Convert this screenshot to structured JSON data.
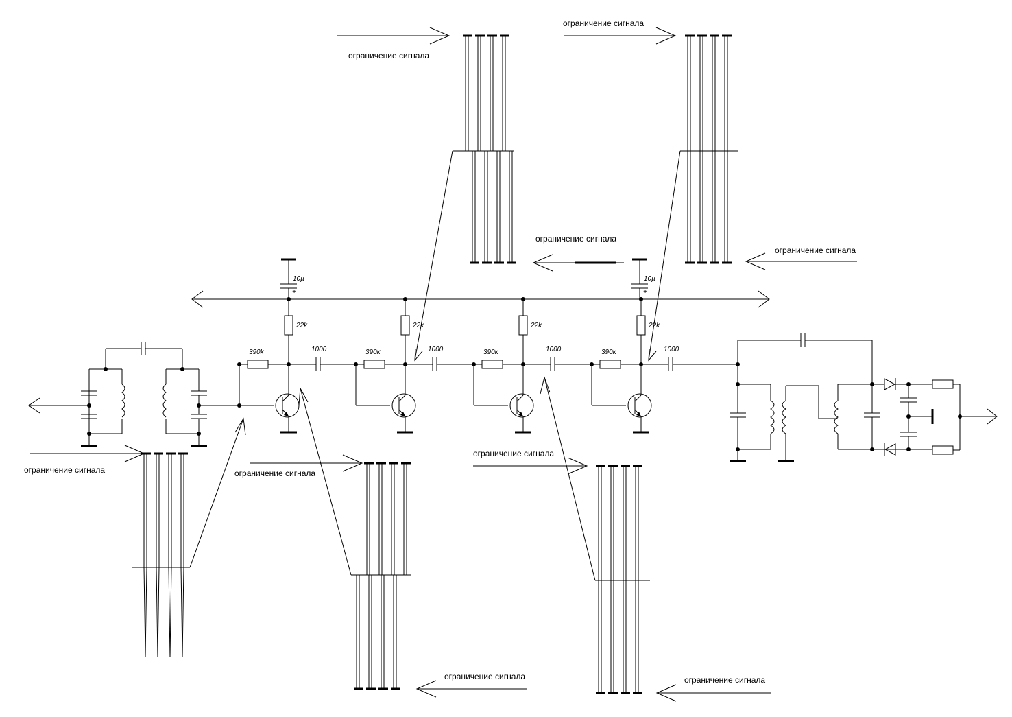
{
  "annotation": "ограничение сигнала",
  "components": {
    "base_resistor": "390k",
    "collector_resistor": "22k",
    "coupling_capacitor": "1000",
    "bypass_capacitor": "10µ",
    "polarity_mark": "+"
  },
  "colors": {
    "ink": "#000000",
    "paper": "#ffffff"
  }
}
